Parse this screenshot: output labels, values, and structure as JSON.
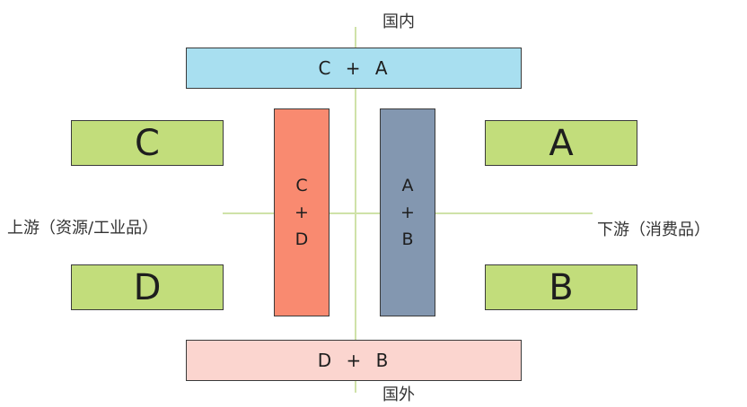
{
  "axes": {
    "top_label": "国内",
    "bottom_label": "国外",
    "left_label": "上游（资源/工业品）",
    "right_label": "下游（消费品）"
  },
  "boxes": {
    "top": {
      "text": "C + A",
      "color": "#a8dff0"
    },
    "bottom": {
      "text": "D + B",
      "color": "#fbd5cf"
    },
    "top_left": {
      "text": "C",
      "color": "#c2dd7b"
    },
    "top_right": {
      "text": "A",
      "color": "#c2dd7b"
    },
    "bottom_left": {
      "text": "D",
      "color": "#c2dd7b"
    },
    "bottom_right": {
      "text": "B",
      "color": "#c2dd7b"
    },
    "center_left": {
      "lines": [
        "C",
        "+",
        "D"
      ],
      "color": "#f98a70"
    },
    "center_right": {
      "lines": [
        "A",
        "+",
        "B"
      ],
      "color": "#8397b0"
    }
  }
}
